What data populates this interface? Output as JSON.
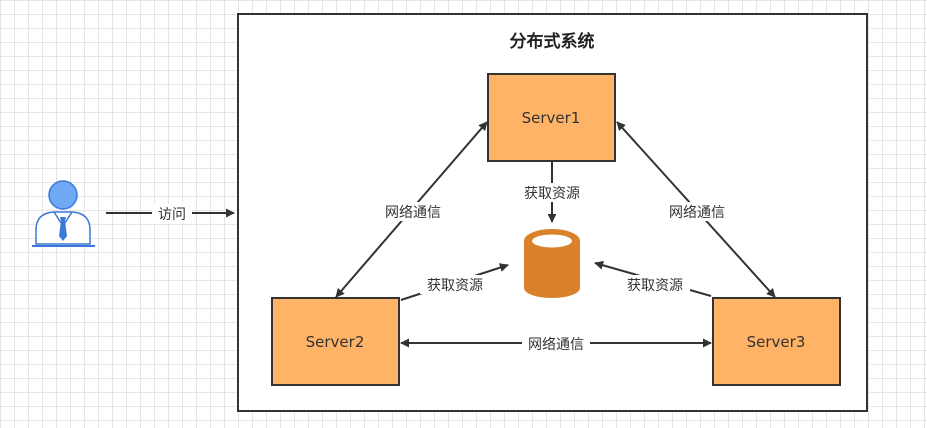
{
  "diagram": {
    "title": "分布式系统",
    "user": {
      "icon": "user-icon"
    },
    "access_label": "访问",
    "servers": [
      {
        "id": "server1",
        "label": "Server1"
      },
      {
        "id": "server2",
        "label": "Server2"
      },
      {
        "id": "server3",
        "label": "Server3"
      }
    ],
    "database": {
      "icon": "database-icon"
    },
    "edges": [
      {
        "id": "server1-server2",
        "label": "网络通信"
      },
      {
        "id": "server1-server3",
        "label": "网络通信"
      },
      {
        "id": "server2-server3",
        "label": "网络通信"
      },
      {
        "id": "server1-db",
        "label": "获取资源"
      },
      {
        "id": "server2-db",
        "label": "获取资源"
      },
      {
        "id": "server3-db",
        "label": "获取资源"
      }
    ],
    "colors": {
      "server_fill": "#FFB366",
      "server_stroke": "#333333",
      "database_fill": "#D9822B",
      "user_head": "#6FA8F4",
      "user_line": "#3C78D8",
      "arrow": "#333333"
    }
  }
}
